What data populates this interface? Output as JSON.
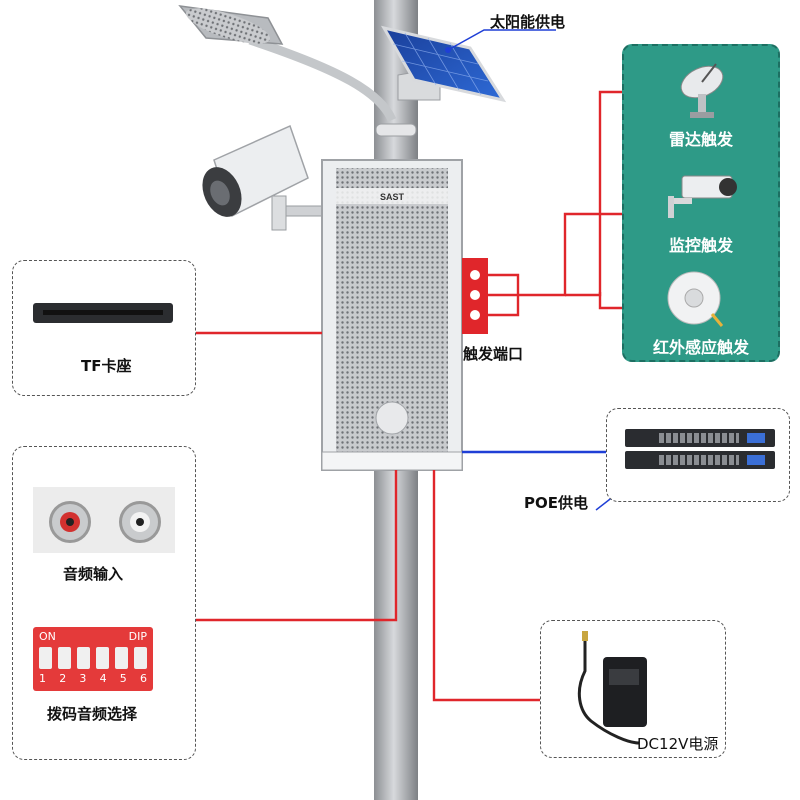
{
  "labels": {
    "solar": "太阳能供电",
    "trigger_port": "触发端口",
    "radar": "雷达触发",
    "camera": "监控触发",
    "infrared": "红外感应触发",
    "tf": "TF卡座",
    "audio_in": "音频输入",
    "dip_select": "拨码音频选择",
    "poe": "POE供电",
    "dc": "DC12V电源"
  },
  "speaker_brand": "SAST",
  "dip": {
    "on": "ON",
    "dip": "DIP",
    "numbers": [
      "1",
      "2",
      "3",
      "4",
      "5",
      "6"
    ]
  },
  "colors": {
    "wire_red": "#e0262b",
    "wire_blue": "#1f3fd6",
    "panel_teal": "#2e9a87",
    "dip_red": "#e43a3a"
  }
}
